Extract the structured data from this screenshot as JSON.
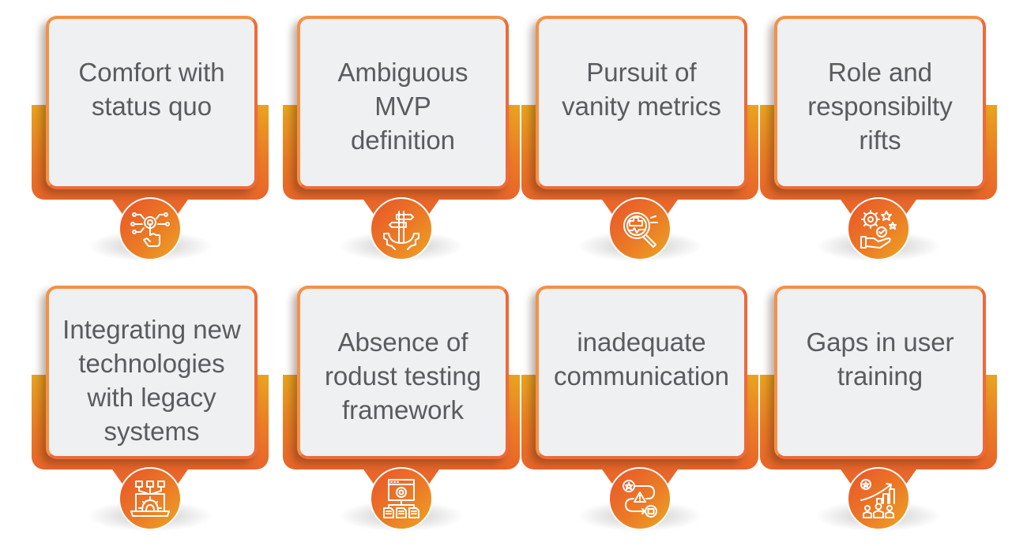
{
  "colors": {
    "accent_start": "#e9542a",
    "accent_end": "#eda524",
    "card_bg": "#eff0f2",
    "text": "#5a5b5e"
  },
  "items": [
    {
      "label": "Comfort with\nstatus quo",
      "icon": "touch-gear-network-icon"
    },
    {
      "label": "Ambiguous\nMVP\ndefinition",
      "icon": "signpost-gear-icon"
    },
    {
      "label": "Pursuit of\nvanity metrics",
      "icon": "magnifier-chart-icon"
    },
    {
      "label": "Role and\nresponsibilty\nrifts",
      "icon": "gear-hand-check-icon"
    },
    {
      "label": "Integrating new\ntechnologies\nwith legacy\nsystems",
      "icon": "laptop-gear-network-icon"
    },
    {
      "label": "Absence of\nrodust testing\nframework",
      "icon": "browser-gear-documents-icon"
    },
    {
      "label": "inadequate\ncommunication",
      "icon": "workflow-warning-icon"
    },
    {
      "label": "Gaps in user\ntraining",
      "icon": "growth-chart-users-icon"
    }
  ]
}
